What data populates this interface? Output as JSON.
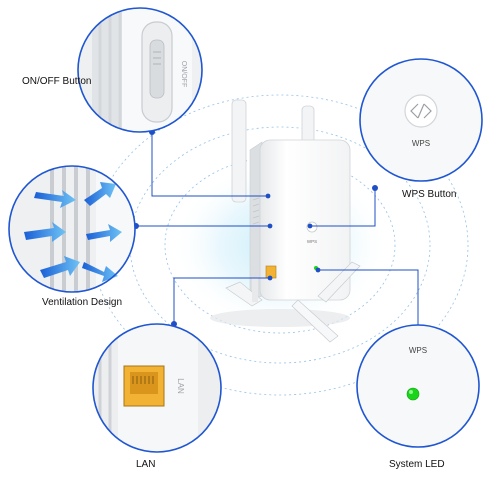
{
  "callouts": {
    "onoff_label": "ON/OFF Button",
    "wps_button_label": "WPS Button",
    "ventilation_label": "Ventilation Design",
    "lan_label": "LAN",
    "system_led_label": "System LED"
  },
  "device_text": {
    "wps_on_body": "WPS",
    "wps_zoom_top": "WPS",
    "wps_zoom_bottom": "WPS",
    "onoff_switch_text": "ON/OFF",
    "lan_port_text": "LAN"
  },
  "colors": {
    "callout_line": "#1f4fc4",
    "circle_border": "#1f56d1",
    "halo": "#cfeefa",
    "led": "#19d419",
    "lan_port": "#f2b233",
    "airflow_arrow": "#2a7de1"
  }
}
